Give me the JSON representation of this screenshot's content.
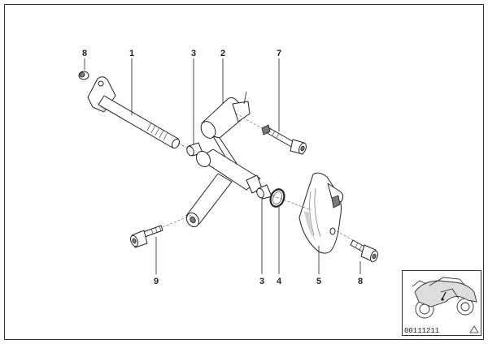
{
  "callouts": {
    "c1_top": "1",
    "c2_top": "2",
    "c3_top": "3",
    "c7_top": "7",
    "c8_topleft": "8",
    "c9_bottom": "9",
    "c3_bottom": "3",
    "c4_bottom": "4",
    "c5_bottom": "5",
    "c8_bottom": "8"
  },
  "thumbnail": {
    "ref_number": "00111211"
  }
}
